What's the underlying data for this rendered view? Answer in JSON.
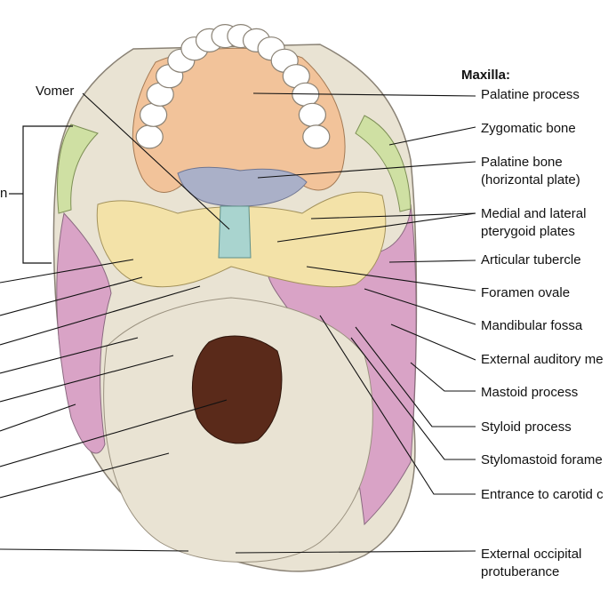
{
  "labels": {
    "vomer": "Vomer",
    "maxilla_heading": "Maxilla:",
    "palatine_process": "Palatine process",
    "zygomatic_bone": "Zygomatic bone",
    "palatine_bone_1": "Palatine bone",
    "palatine_bone_2": "(horizontal plate)",
    "pterygoid_1": "Medial and lateral",
    "pterygoid_2": "pterygoid plates",
    "articular_tubercle": "Articular tubercle",
    "foramen_ovale": "Foramen ovale",
    "mandibular_fossa": "Mandibular fossa",
    "external_auditory": "External auditory me",
    "mastoid_process": "Mastoid process",
    "styloid_process": "Styloid process",
    "stylomastoid": "Stylomastoid  forame",
    "carotid": "Entrance to carotid c",
    "occipital_1": "External occipital",
    "occipital_2": "protuberance",
    "left_fragment": "n"
  },
  "colors": {
    "maxilla": "#f2c39a",
    "zygomatic": "#cfe0a3",
    "sphenoid": "#f3e2a8",
    "temporal": "#d9a3c6",
    "occipital": "#e9e3d3",
    "occipital_dark": "#d8d0bd",
    "palatine": "#aab0c8",
    "vomer": "#a9d4cf",
    "foramen_magnum": "#5a2a1a",
    "teeth": "#ffffff",
    "line": "#111111"
  }
}
